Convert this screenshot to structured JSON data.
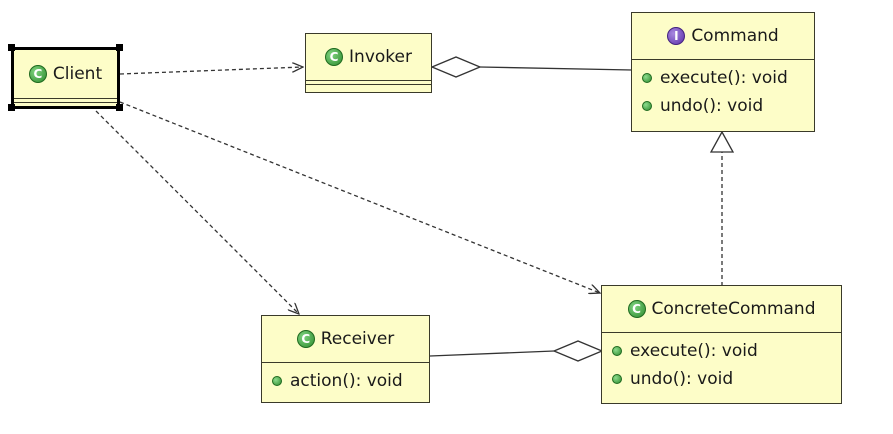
{
  "classes": {
    "client": {
      "name": "Client",
      "stereotype_icon": "class-icon"
    },
    "invoker": {
      "name": "Invoker",
      "stereotype_icon": "class-icon"
    },
    "command": {
      "name": "Command",
      "stereotype_icon": "interface-icon",
      "methods": [
        "execute(): void",
        "undo(): void"
      ]
    },
    "receiver": {
      "name": "Receiver",
      "stereotype_icon": "class-icon",
      "methods": [
        "action(): void"
      ]
    },
    "concrete_command": {
      "name": "ConcreteCommand",
      "stereotype_icon": "class-icon",
      "methods": [
        "execute(): void",
        "undo(): void"
      ]
    }
  },
  "icons": {
    "class_letter": "C",
    "interface_letter": "I"
  },
  "colors": {
    "box_fill": "#fdfdc8",
    "class_badge": "#2e8b2e",
    "interface_badge": "#5a2fa8",
    "line": "#333333"
  }
}
